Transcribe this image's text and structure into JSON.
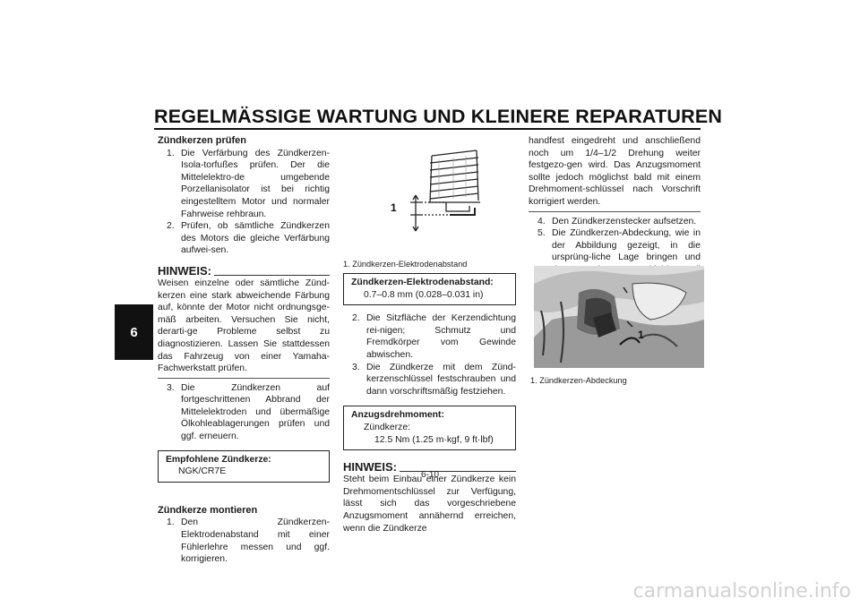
{
  "header": {
    "title": "REGELMÄSSIGE WARTUNG UND KLEINERE REPARATUREN",
    "chapter": "6"
  },
  "col1": {
    "heading1": "Zündkerzen prüfen",
    "steps1": [
      {
        "num": "1.",
        "text": "Die Verfärbung des Zündkerzen-Isola-torfußes prüfen. Der die Mittelelektro-de umgebende Porzellanisolator ist bei richtig eingestelltem Motor und normaler Fahrweise rehbraun."
      },
      {
        "num": "2.",
        "text": "Prüfen, ob sämtliche Zündkerzen des Motors die gleiche Verfärbung aufwei-sen."
      }
    ],
    "hinweis_label": "HINWEIS:",
    "hinweis_text": "Weisen einzelne oder sämtliche Zünd-kerzen eine stark abweichende Färbung auf, könnte der Motor nicht ordnungsge-mäß arbeiten. Versuchen Sie nicht, derarti-ge Probleme selbst zu diagnostizieren. Lassen Sie stattdessen das Fahrzeug von einer Yamaha-Fachwerkstatt prüfen.",
    "step3": {
      "num": "3.",
      "text": "Die Zündkerzen auf fortgeschrittenen Abbrand der Mittelelektroden und übermäßige Ölkohleablagerungen prüfen und ggf. erneuern."
    },
    "box_title": "Empfohlene Zündkerze:",
    "box_value": "NGK/CR7E",
    "heading2": "Zündkerze montieren",
    "step_m1": {
      "num": "1.",
      "text": "Den Zündkerzen-Elektrodenabstand mit einer Fühlerlehre messen und ggf. korrigieren."
    }
  },
  "col2": {
    "figure_label": "1",
    "caption": "1. Zündkerzen-Elektrodenabstand",
    "box1_title": "Zündkerzen-Elektrodenabstand:",
    "box1_value": "0.7–0.8 mm (0.028–0.031 in)",
    "steps": [
      {
        "num": "2.",
        "text": "Die Sitzfläche der Kerzendichtung rei-nigen; Schmutz und Fremdkörper vom Gewinde abwischen."
      },
      {
        "num": "3.",
        "text": "Die Zündkerze mit dem Zünd-kerzenschlüssel festschrauben und dann vorschriftsmäßig festziehen."
      }
    ],
    "box2_title": "Anzugsdrehmoment:",
    "box2_sub": "Zündkerze:",
    "box2_value": "12.5 Nm (1.25 m·kgf, 9 ft·lbf)",
    "hinweis_label": "HINWEIS:",
    "hinweis_text": "Steht beim Einbau einer Zündkerze kein Drehmomentschlüssel zur Verfügung, lässt sich das vorgeschriebene Anzugsmoment annähernd erreichen, wenn die Zündkerze"
  },
  "col3": {
    "cont_text": "handfest eingedreht und anschließend noch um 1/4–1/2 Drehung weiter festgezo-gen wird. Das Anzugsmoment sollte jedoch möglichst bald mit einem Drehmoment-schlüssel nach Vorschrift korrigiert werden.",
    "steps": [
      {
        "num": "4.",
        "text": "Den Zündkerzenstecker aufsetzen."
      },
      {
        "num": "5.",
        "text": "Die Zündkerzen-Abdeckung, wie in der Abbildung gezeigt, in die ursprüng-liche Lage bringen und dann das Ver-kleidungsteil montieren."
      }
    ],
    "figure_label": "1",
    "caption": "1. Zündkerzen-Abdeckung"
  },
  "page_number": "6-10",
  "watermark": "carmanualsonline.info"
}
